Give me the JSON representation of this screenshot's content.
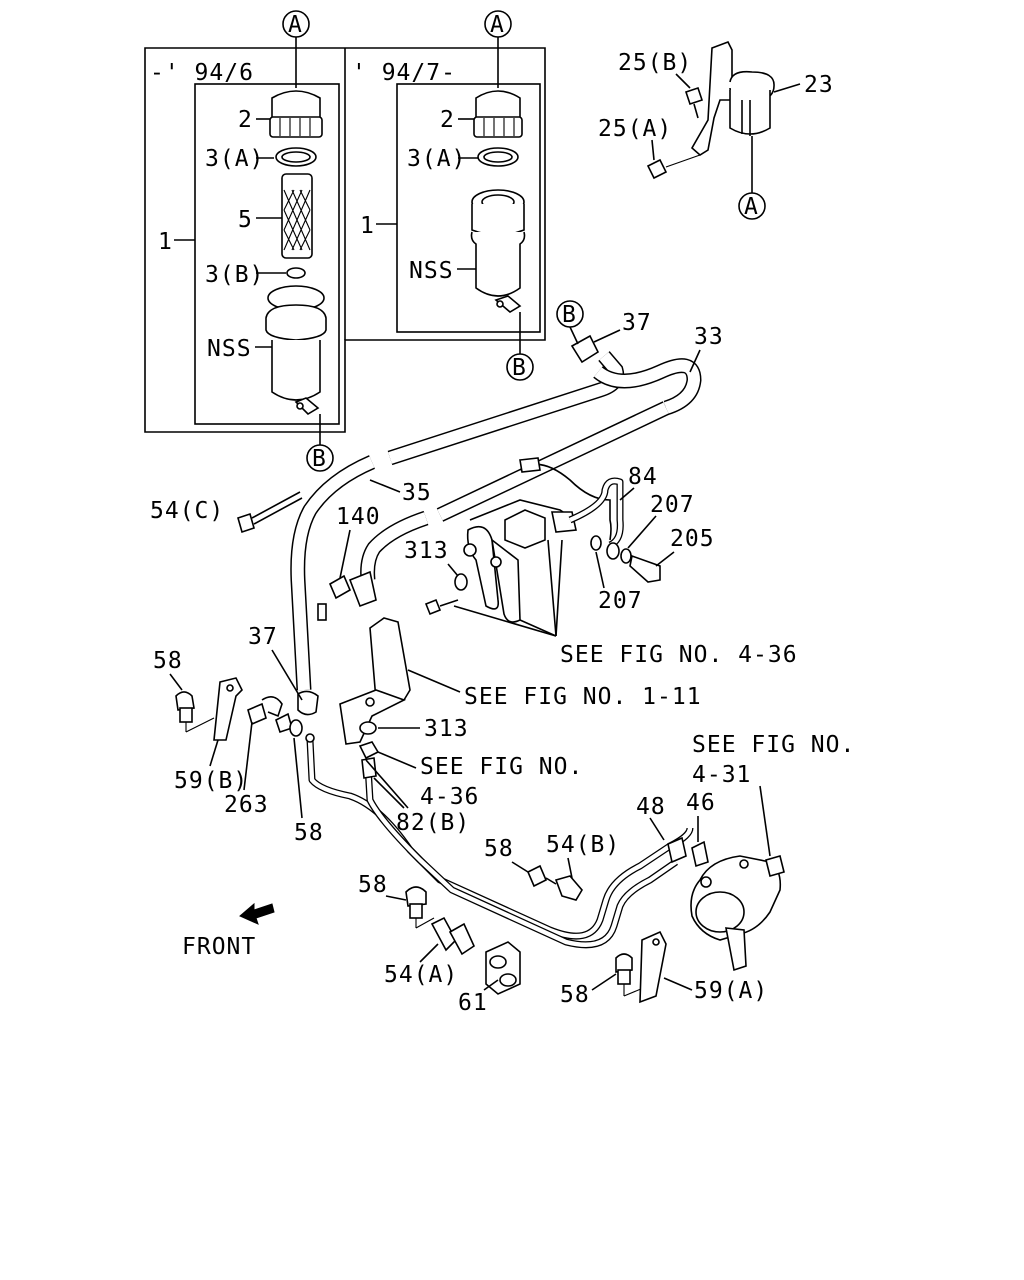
{
  "boxes": {
    "left_header": "-' 94/6",
    "right_header": "' 94/7-"
  },
  "refs": {
    "a": "A",
    "b": "B"
  },
  "labels": {
    "cap": "2",
    "oring_a": "3(A)",
    "filter": "5",
    "oring_b": "3(B)",
    "assembly": "1",
    "nss": "NSS",
    "bolt_25b": "25(B)",
    "bolt_25a": "25(A)",
    "clamp_23": "23",
    "clamp_37": "37",
    "hose_33": "33",
    "hose_35": "35",
    "clip_54c": "54(C)",
    "switch_140": "140",
    "pipe_84": "84",
    "washer_207": "207",
    "bolt_205": "205",
    "washer_313": "313",
    "bolt_58": "58",
    "bracket_59b": "59(B)",
    "clip_263": "263",
    "pipe_82b": "82(B)",
    "pipe_48": "48",
    "pipe_46": "46",
    "clip_54b": "54(B)",
    "clip_54a": "54(A)",
    "grommet_61": "61",
    "bracket_59a": "59(A)",
    "front": "FRONT"
  },
  "see_refs": {
    "fig_4_36": "SEE FIG NO. 4-36",
    "fig_1_11": "SEE FIG NO. 1-11",
    "fig_no": "SEE FIG NO.",
    "fig_4_36_num": "4-36",
    "fig_4_31_num": "4-31"
  }
}
